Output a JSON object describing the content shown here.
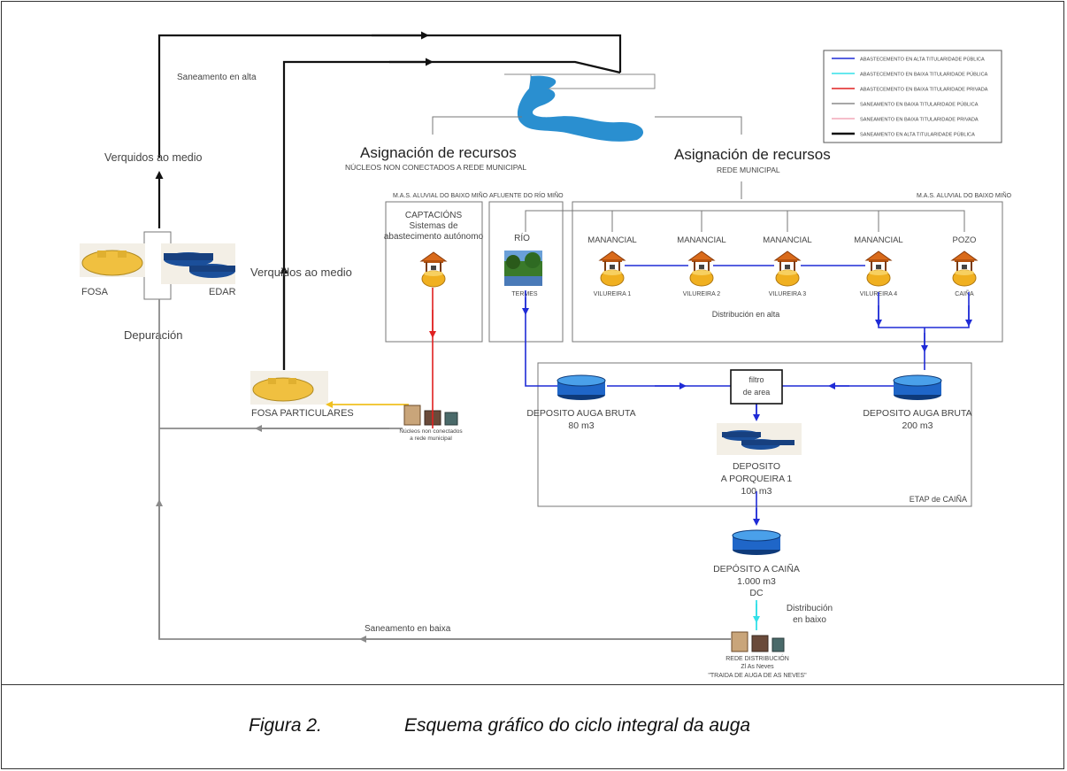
{
  "colors": {
    "blue": "#1f2bd6",
    "cyan": "#33e0e8",
    "red": "#e02020",
    "grey": "#8a8a8a",
    "pink": "#f2a8b8",
    "black": "#111111",
    "yellow": "#f0c020",
    "river": "#2a8fd0"
  },
  "legend": [
    {
      "label": "ABASTECEMENTO EN ALTA TITULARIDADE PÚBLICA",
      "color": "#1f2bd6"
    },
    {
      "label": "ABASTECEMENTO EN BAIXA TITULARIDADE PÚBLICA",
      "color": "#33e0e8"
    },
    {
      "label": "ABASTECEMENTO EN BAIXA TITULARIDADE PRIVADA",
      "color": "#e02020"
    },
    {
      "label": "SANEAMENTO EN BAIXA TITULARIDADE PÚBLICA",
      "color": "#8a8a8a"
    },
    {
      "label": "SANEAMENTO EN BAIXA TITULARIDADE PRIVADA",
      "color": "#f2a8b8"
    },
    {
      "label": "SANEAMENTO EN ALTA TITULARIDADE PÚBLICA",
      "color": "#111111"
    }
  ],
  "labels": {
    "saneamento_alta": "Saneamento en alta",
    "verquidos_medio_1": "Verquidos ao medio",
    "verquidos_medio_2": "Verquidos ao medio",
    "fosa": "FOSA",
    "edar": "EDAR",
    "depuracion": "Depuración",
    "fosa_particulares": "FOSA PARTICULARES",
    "nucleos_note_1": "Núcleos non conectados",
    "nucleos_note_2": "a rede municipal",
    "saneamento_baixa": "Saneamento en baixa",
    "asig_left_title": "Asignación de recursos",
    "asig_left_sub": "NÚCLEOS NON CONECTADOS A REDE MUNICIPAL",
    "asig_right_title": "Asignación de recursos",
    "asig_right_sub": "REDE MUNICIPAL",
    "mas_left": "M.A.S. ALUVIAL DO BAIXO MIÑO",
    "afluente": "AFLUENTE DO RÍO MIÑO",
    "mas_right": "M.A.S. ALUVIAL DO BAIXO MIÑO",
    "captacions_1": "CAPTACIÓNS",
    "captacions_2": "Sistemas de",
    "captacions_3": "abastecimento autónomo",
    "rio": "RÍO",
    "termes": "TERMES",
    "distribucion_alta": "Distribución en alta",
    "filtro_1": "filtro",
    "filtro_2": "de area",
    "dep_bruta_left_1": "DEPOSITO AUGA BRUTA",
    "dep_bruta_left_2": "80 m3",
    "dep_bruta_right_1": "DEPOSITO AUGA BRUTA",
    "dep_bruta_right_2": "200 m3",
    "dep_porqueira_1": "DEPOSITO",
    "dep_porqueira_2": "A PORQUEIRA 1",
    "dep_porqueira_3": "100 m3",
    "etap": "ETAP de CAIÑA",
    "dep_caina_1": "DEPÓSITO A CAIÑA",
    "dep_caina_2": "1.000 m3",
    "dep_caina_3": "DC",
    "distrib_baixa_1": "Distribución",
    "distrib_baixa_2": "en baixo",
    "rede_1": "REDE DISTRIBUCIÓN",
    "rede_2": "Zl As Neves",
    "rede_3": "\"TRAIDA DE AUGA DE AS NEVES\""
  },
  "sources": [
    {
      "type": "MANANCIAL",
      "name": "VILUREIRA 1"
    },
    {
      "type": "MANANCIAL",
      "name": "VILUREIRA 2"
    },
    {
      "type": "MANANCIAL",
      "name": "VILUREIRA 3"
    },
    {
      "type": "MANANCIAL",
      "name": "VILUREIRA 4"
    },
    {
      "type": "POZO",
      "name": "CAIÑA"
    }
  ],
  "caption": {
    "label": "Figura 2.",
    "text": "Esquema gráfico do ciclo integral da auga"
  }
}
